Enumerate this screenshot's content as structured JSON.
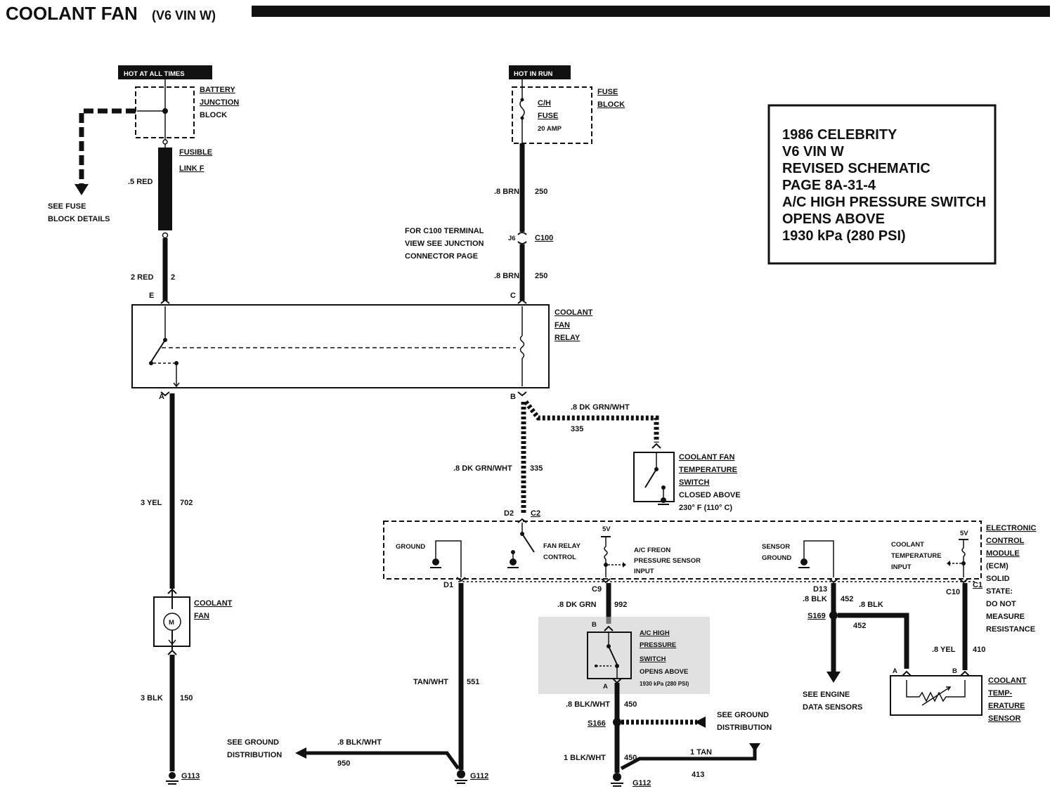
{
  "title": "COOLANT FAN",
  "title_sub": "(V6 VIN W)",
  "note_box": {
    "lines": [
      "1986 CELEBRITY",
      "V6 VIN W",
      "REVISED SCHEMATIC",
      "PAGE 8A-31-4",
      "A/C HIGH PRESSURE SWITCH",
      "OPENS ABOVE",
      "1930 kPa (280 PSI)"
    ]
  },
  "hot_labels": {
    "always": "HOT AT ALL TIMES",
    "run": "HOT IN RUN"
  },
  "battery_block": [
    "BATTERY",
    "JUNCTION",
    "BLOCK"
  ],
  "fusible_link": [
    "FUSIBLE",
    "LINK F"
  ],
  "fuse_block": {
    "label": [
      "FUSE",
      "BLOCK"
    ],
    "fuse": [
      "C/H",
      "FUSE",
      "20 AMP"
    ]
  },
  "see_fuse": [
    "SEE FUSE",
    "BLOCK DETAILS"
  ],
  "c100_note": [
    "FOR C100 TERMINAL",
    "VIEW SEE JUNCTION",
    "CONNECTOR PAGE"
  ],
  "wires": {
    "red5": ".5 RED",
    "red2": "2 RED",
    "red2_num": "2",
    "brn_top": ".8 BRN",
    "brn_top_num": "250",
    "brn_bot": ".8 BRN",
    "brn_bot_num": "250",
    "c100_pin": "J6",
    "c100": "C100",
    "dkgrn_a": ".8 DK GRN/WHT",
    "dkgrn_a_num": "335",
    "dkgrn_b": ".8 DK GRN/WHT",
    "dkgrn_b_num": "335",
    "yel3": "3 YEL",
    "yel3_num": "702",
    "blk3": "3 BLK",
    "blk3_num": "150",
    "tanwht": "TAN/WHT",
    "tanwht_num": "551",
    "blkwht8": ".8 BLK/WHT",
    "blkwht8_num": "950",
    "dkgrn992": ".8 DK GRN",
    "dkgrn992_num": "992",
    "blkwht450": ".8 BLK/WHT",
    "blkwht450_num": "450",
    "blkwht1": "1 BLK/WHT",
    "blkwht1_num": "450",
    "tan1": "1 TAN",
    "tan1_num": "413",
    "blk452": ".8 BLK",
    "blk452_num": "452",
    "blk452b": ".8 BLK",
    "blk452b_num": "452",
    "yel410": ".8 YEL",
    "yel410_num": "410"
  },
  "pins": {
    "E": "E",
    "C": "C",
    "A": "A",
    "B": "B",
    "D2": "D2",
    "C2": "C2",
    "D1": "D1",
    "C9": "C9",
    "D13": "D13",
    "C10": "C10",
    "C1": "C1",
    "sw_B": "B",
    "sw_A": "A",
    "cts_A": "A",
    "cts_B": "B"
  },
  "relay_label": [
    "COOLANT",
    "FAN",
    "RELAY"
  ],
  "temp_switch": {
    "label": [
      "COOLANT FAN",
      "TEMPERATURE",
      "SWITCH"
    ],
    "note": [
      "CLOSED ABOVE",
      "230° F (110° C)"
    ]
  },
  "ecm": {
    "label": [
      "ELECTRONIC",
      "CONTROL",
      "MODULE"
    ],
    "note": [
      "(ECM)",
      "SOLID",
      "STATE:",
      "DO NOT",
      "MEASURE",
      "RESISTANCE"
    ],
    "ground": "GROUND",
    "fan_relay": [
      "FAN RELAY",
      "CONTROL"
    ],
    "freon": [
      "A/C FREON",
      "PRESSURE SENSOR",
      "INPUT"
    ],
    "sensor_ground": [
      "SENSOR",
      "GROUND"
    ],
    "cts_input": [
      "COOLANT",
      "TEMPERATURE",
      "INPUT"
    ],
    "v5a": "5V",
    "v5b": "5V"
  },
  "fan_label": [
    "COOLANT",
    "FAN"
  ],
  "ac_switch": [
    "A/C HIGH",
    "PRESSURE",
    "SWITCH",
    "OPENS ABOVE",
    "1930 kPa (280 PSI)"
  ],
  "splices": {
    "s166": "S166",
    "s169": "S169"
  },
  "grounds": {
    "g113": "G113",
    "g112a": "G112",
    "g112b": "G112"
  },
  "see_ground_left": [
    "SEE GROUND",
    "DISTRIBUTION"
  ],
  "see_ground_right": [
    "SEE GROUND",
    "DISTRIBUTION"
  ],
  "see_engine": [
    "SEE ENGINE",
    "DATA SENSORS"
  ],
  "cts_sensor": [
    "COOLANT",
    "TEMP-",
    "ERATURE",
    "SENSOR"
  ]
}
